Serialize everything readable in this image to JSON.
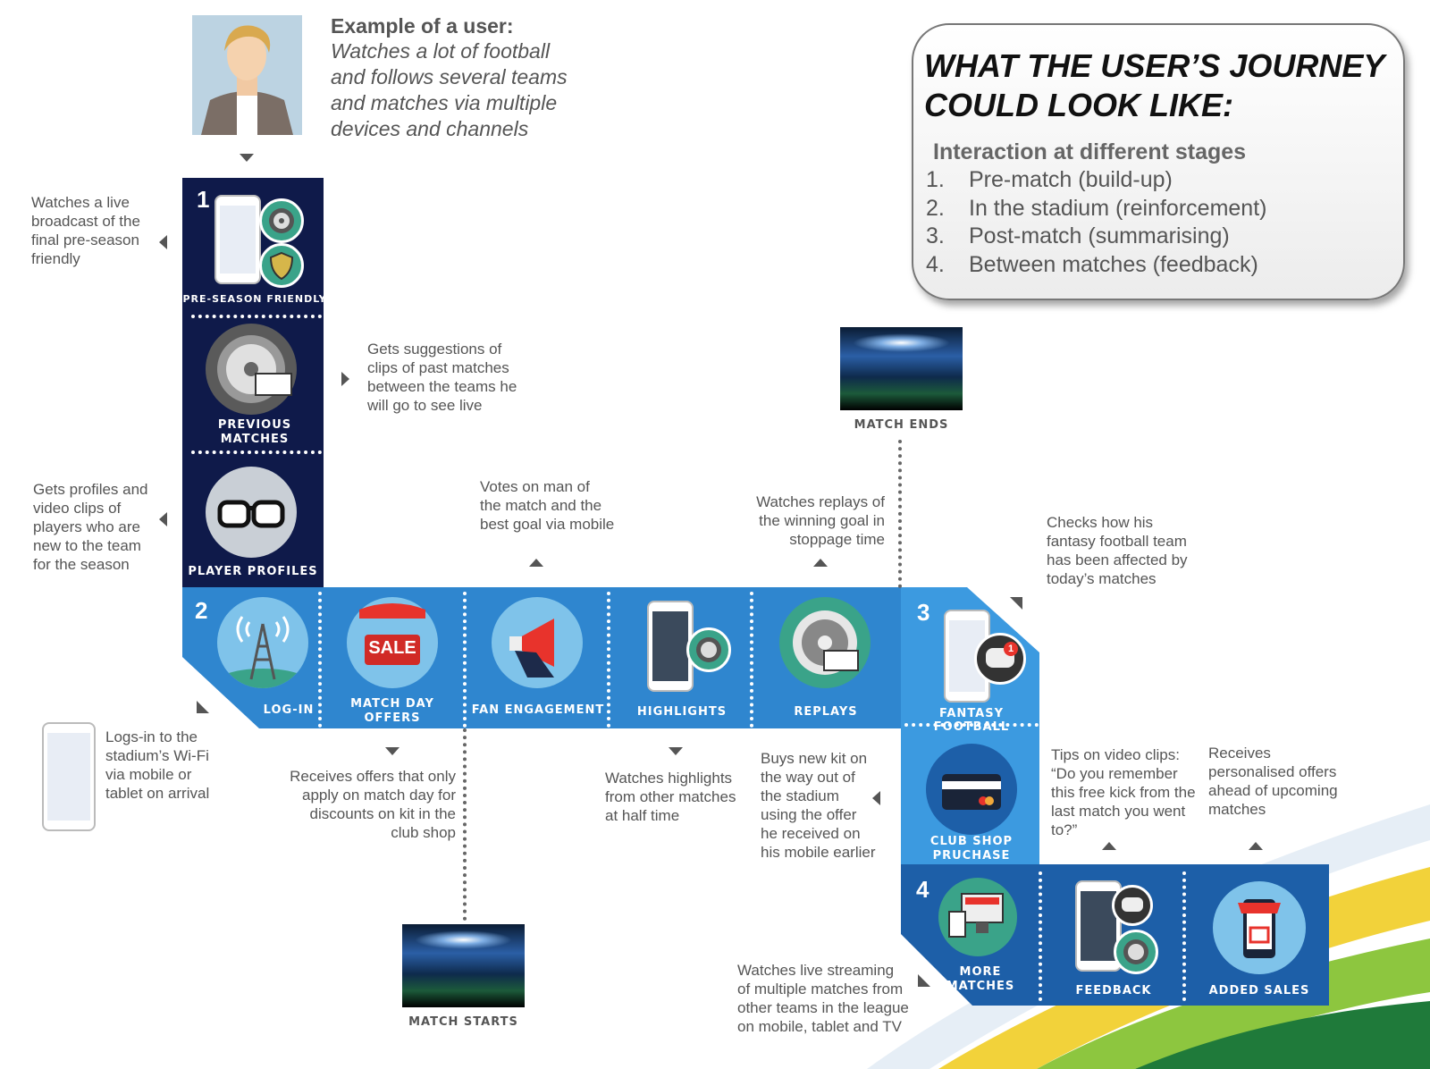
{
  "user": {
    "heading": "Example of a user:",
    "description_lines": [
      "Watches a lot of football",
      "and follows several teams",
      "and matches via multiple",
      "devices and channels"
    ]
  },
  "journey_box": {
    "title_lines": [
      "WHAT THE USER’S JOURNEY",
      "COULD LOOK LIKE:"
    ],
    "subtitle": "Interaction at different stages",
    "stages": [
      {
        "num": "1.",
        "label": "Pre-match (build-up)"
      },
      {
        "num": "2.",
        "label": "In the stadium (reinforcement)"
      },
      {
        "num": "3.",
        "label": "Post-match (summarising)"
      },
      {
        "num": "4.",
        "label": "Between matches (feedback)"
      }
    ]
  },
  "steps": {
    "s1_num": "1",
    "s2_num": "2",
    "s3_num": "3",
    "s4_num": "4",
    "pre_season": "PRE-SEASON FRIENDLY",
    "previous_matches": [
      "PREVIOUS",
      "MATCHES"
    ],
    "player_profiles": "PLAYER PROFILES",
    "log_in": "LOG-IN",
    "match_day_offers": [
      "MATCH DAY",
      "OFFERS"
    ],
    "fan_engagement": "FAN ENGAGEMENT",
    "highlights": "HIGHLIGHTS",
    "replays": "REPLAYS",
    "fantasy_football": "FANTASY FOOTBALL",
    "club_shop": [
      "CLUB SHOP",
      "PRUCHASE"
    ],
    "more_matches": [
      "MORE",
      "MATCHES"
    ],
    "feedback": "FEEDBACK",
    "added_sales": "ADDED SALES",
    "sale_sign": "SALE",
    "match_ends": "MATCH ENDS",
    "match_starts": "MATCH STARTS",
    "badge_count": "1"
  },
  "notes": {
    "live_broadcast": [
      "Watches a live",
      "broadcast of the",
      "final pre-season",
      "friendly"
    ],
    "suggestions": [
      "Gets suggestions of",
      "clips of past matches",
      "between the teams he",
      "will go to see live"
    ],
    "profiles": [
      "Gets profiles and",
      "video clips of",
      "players who are",
      "new to the team",
      "for the season"
    ],
    "votes": [
      "Votes on man of",
      "the match and the",
      "best goal via mobile"
    ],
    "replays": [
      "Watches replays of",
      "the winning goal in",
      "stoppage time"
    ],
    "fantasy": [
      "Checks how his",
      "fantasy football team",
      "has been affected by",
      "today’s matches"
    ],
    "login": [
      "Logs-in to the",
      "stadium’s Wi-Fi",
      "via mobile or",
      "tablet on arrival"
    ],
    "offers": [
      "Receives offers that only",
      "apply on match day for",
      "discounts on kit in the",
      "club shop"
    ],
    "highlights": [
      "Watches highlights",
      "from other matches",
      "at half time"
    ],
    "kit": [
      "Buys new kit on",
      "the way out of",
      "the stadium",
      "using the offer",
      "he received on",
      "his mobile earlier"
    ],
    "tips": [
      "Tips on video clips:",
      "“Do you remember",
      "this free kick from the",
      "last match you went",
      "to?”"
    ],
    "personalised": [
      "Receives",
      "personalised offers",
      "ahead of upcoming",
      "matches"
    ],
    "streaming": [
      "Watches live streaming",
      "of multiple matches from",
      "other teams in the league",
      "on mobile, tablet and TV"
    ]
  },
  "colors": {
    "stage1": "#0f1a4a",
    "stage2": "#2f86cf",
    "stage3": "#3c9ae0",
    "stage4": "#1d5fa8",
    "icon_teal": "#3aa389",
    "icon_lightblue": "#7fc3ea"
  }
}
